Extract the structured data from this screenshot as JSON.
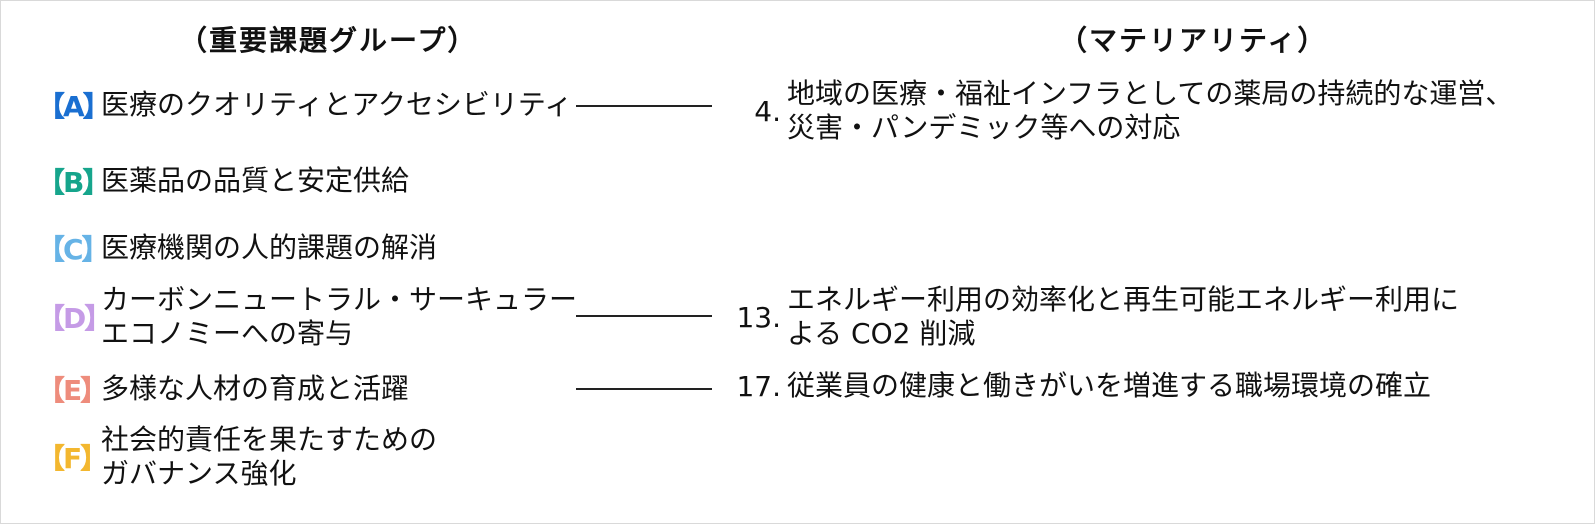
{
  "headers": {
    "left": "（重要課題グループ）",
    "right": "（マテリアリティ）"
  },
  "groups": [
    {
      "badge": "【A】",
      "color": "#1a6fd1",
      "lines": [
        "医療のクオリティとアクセシビリティ"
      ]
    },
    {
      "badge": "【B】",
      "color": "#16a58c",
      "lines": [
        "医薬品の品質と安定供給"
      ]
    },
    {
      "badge": "【C】",
      "color": "#66b3e6",
      "lines": [
        "医療機関の人的課題の解消"
      ]
    },
    {
      "badge": "【D】",
      "color": "#c59be6",
      "lines": [
        "カーボンニュートラル・サーキュラー",
        "エコノミーへの寄与"
      ]
    },
    {
      "badge": "【E】",
      "color": "#ee8c7c",
      "lines": [
        "多様な人材の育成と活躍"
      ]
    },
    {
      "badge": "【F】",
      "color": "#f3b72f",
      "lines": [
        "社会的責任を果たすための",
        "ガバナンス強化"
      ]
    }
  ],
  "materialities": [
    {
      "number": "4.",
      "lines": [
        "地域の医療・福祉インフラとしての薬局の持続的な運営、",
        "災害・パンデミック等への対応"
      ]
    },
    {
      "number": "13.",
      "lines": [
        "エネルギー利用の効率化と再生可能エネルギー利用に",
        "よる CO2 削減"
      ]
    },
    {
      "number": "17.",
      "lines": [
        "従業員の健康と働きがいを増進する職場環境の確立"
      ]
    }
  ]
}
